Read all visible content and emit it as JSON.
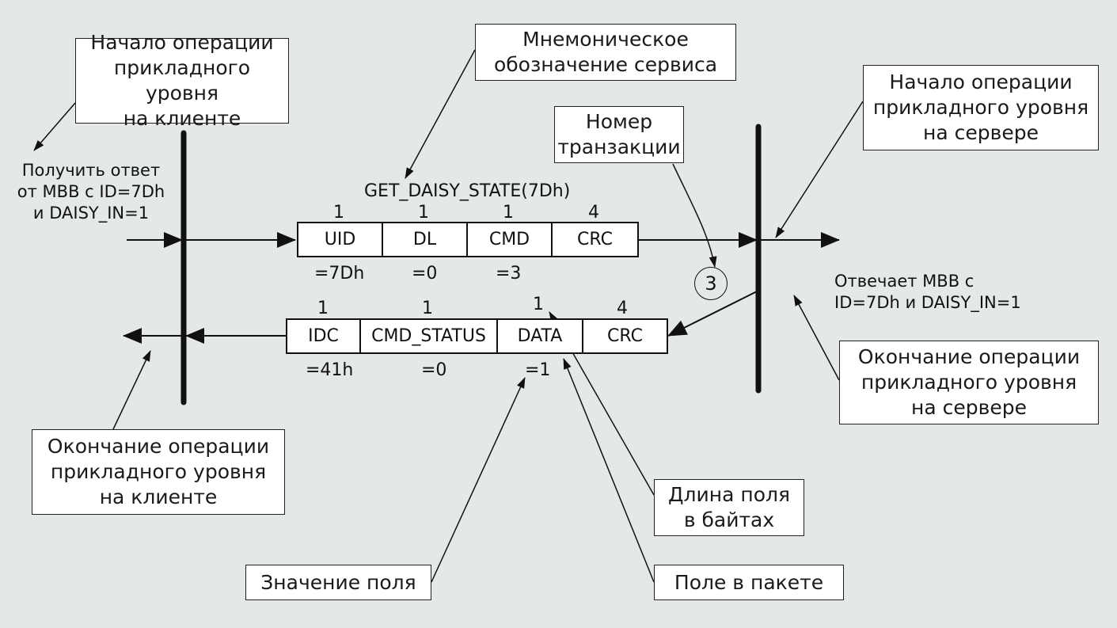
{
  "callouts": {
    "start_client": [
      "Начало операции",
      "прикладного уровня",
      "на клиенте"
    ],
    "mnemonic": [
      "Мнемоническое",
      "обозначение сервиса"
    ],
    "start_server": [
      "Начало операции",
      "прикладного уровня",
      "на сервере"
    ],
    "transaction": [
      "Номер",
      "транзакции"
    ],
    "end_server": [
      "Окончание операции",
      "прикладного уровня",
      "на сервере"
    ],
    "end_client": [
      "Окончание операции",
      "прикладного уровня",
      "на клиенте"
    ],
    "field_length": [
      "Длина поля",
      "в байтах"
    ],
    "field_value": [
      "Значение поля"
    ],
    "packet_field": [
      "Поле в пакете"
    ]
  },
  "client_note": [
    "Получить ответ",
    "от МВВ с ID=7Dh",
    "и DAISY_IN=1"
  ],
  "server_note": [
    "Отвечает МВВ с",
    "ID=7Dh и DAISY_IN=1"
  ],
  "service_name": "GET_DAISY_STATE(7Dh)",
  "transaction_number": "3",
  "request_packet": {
    "fields": [
      {
        "name": "UID",
        "length": "1",
        "value": "=7Dh"
      },
      {
        "name": "DL",
        "length": "1",
        "value": "=0"
      },
      {
        "name": "CMD",
        "length": "1",
        "value": "=3"
      },
      {
        "name": "CRC",
        "length": "4",
        "value": ""
      }
    ]
  },
  "response_packet": {
    "fields": [
      {
        "name": "IDC",
        "length": "1",
        "value": "=41h"
      },
      {
        "name": "CMD_STATUS",
        "length": "1",
        "value": "=0"
      },
      {
        "name": "DATA",
        "length": "1",
        "value": "=1"
      },
      {
        "name": "CRC",
        "length": "4",
        "value": ""
      }
    ]
  }
}
